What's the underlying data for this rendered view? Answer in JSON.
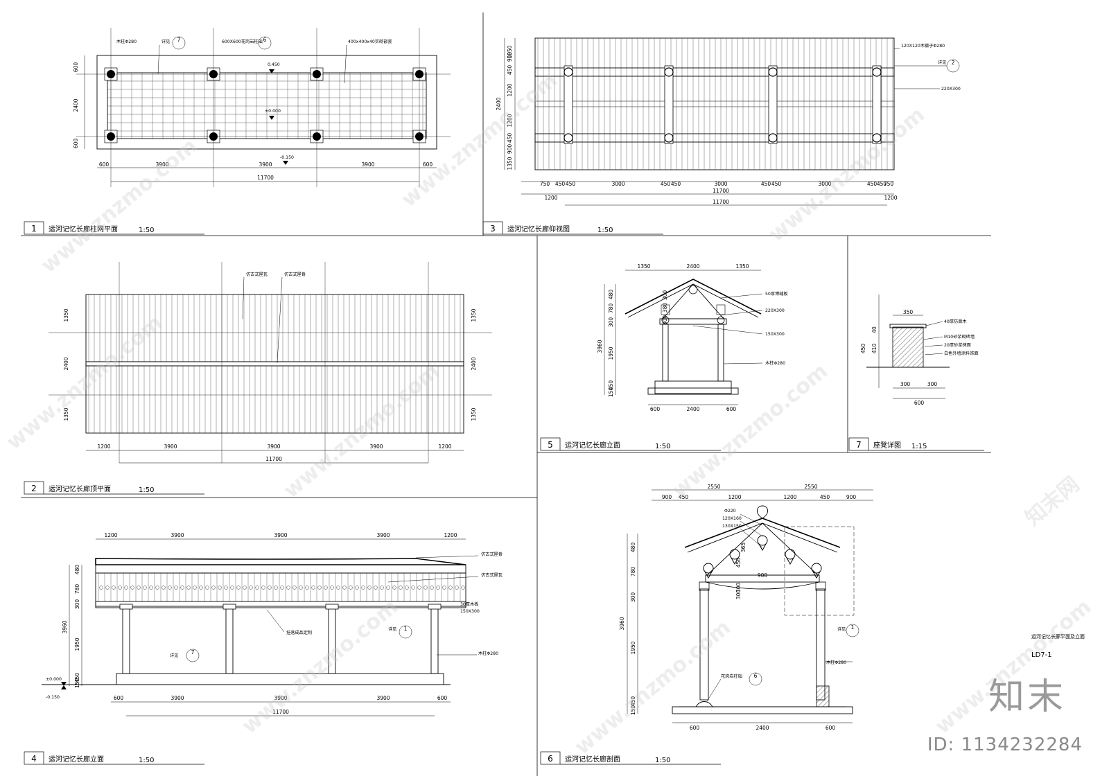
{
  "drawings": [
    {
      "num": "1",
      "title": "运河记忆长廊柱网平面",
      "scale": "1:50"
    },
    {
      "num": "2",
      "title": "运河记忆长廊顶平面",
      "scale": "1:50"
    },
    {
      "num": "3",
      "title": "运河记忆长廊仰视图",
      "scale": "1:50"
    },
    {
      "num": "4",
      "title": "运河记忆长廊立面",
      "scale": "1:50"
    },
    {
      "num": "5",
      "title": "运河记忆长廊立面",
      "scale": "1:50"
    },
    {
      "num": "6",
      "title": "运河记忆长廊剖面",
      "scale": "1:50"
    },
    {
      "num": "7",
      "title": "座凳详图",
      "scale": "1:15"
    }
  ],
  "sheet": {
    "title": "运河记忆长廊平面及立面",
    "code": "LD7-1"
  },
  "plan1": {
    "dims_top": [
      "600",
      "3900",
      "3900",
      "3900",
      "600"
    ],
    "total": "11700",
    "dims_side": [
      "600",
      "2400",
      "600"
    ],
    "notes": [
      "木柱Φ280",
      "详见",
      "600X600花岗岩柱础",
      "400x400x40实砌嵌瓷"
    ],
    "levels": [
      "0.450",
      "±0.000",
      "-0.150"
    ],
    "callouts": [
      "7",
      "6"
    ]
  },
  "plan3": {
    "dims_bottom": [
      "750",
      "450",
      "450",
      "3000",
      "450",
      "450",
      "3000",
      "450",
      "450",
      "3000",
      "450",
      "450",
      "750"
    ],
    "total": "11700",
    "dims_bottom2": [
      "1200",
      "1200"
    ],
    "dims_side": [
      "1350",
      "900",
      "450",
      "1200",
      "2400",
      "1200",
      "450",
      "900",
      "1350"
    ],
    "notes": [
      "120X120木檩子Φ280",
      "详见",
      "220X300"
    ],
    "callouts": [
      "2"
    ]
  },
  "plan2": {
    "dims_bottom": [
      "1200",
      "3900",
      "3900",
      "3900",
      "1200"
    ],
    "total": "11700",
    "dims_side": [
      "1350",
      "2400",
      "1350"
    ],
    "notes": [
      "仿古式屋瓦",
      "仿古式屋脊"
    ]
  },
  "elev4": {
    "dims_top": [
      "1200",
      "3900",
      "3900",
      "3900",
      "1200"
    ],
    "dims_bottom": [
      "600",
      "3900",
      "3900",
      "3900",
      "600"
    ],
    "total": "11700",
    "dims_side": [
      "480",
      "780",
      "300",
      "3960",
      "1950",
      "450",
      "150"
    ],
    "notes": [
      "仿古式屋脊",
      "仿古式屋瓦",
      "30厚木板",
      "150X300",
      "木柱Φ280",
      "挂落成品定制",
      "详见"
    ],
    "levels": [
      "±0.000",
      "-0.150"
    ],
    "callouts": [
      "7",
      "1"
    ]
  },
  "elev5": {
    "dims_top": [
      "1350",
      "2400",
      "1350"
    ],
    "dims_bottom": [
      "600",
      "2400",
      "600"
    ],
    "dims_side": [
      "480",
      "780",
      "300",
      "3960",
      "1950",
      "450",
      "150"
    ],
    "dims_inner": [
      "300",
      "380",
      "300"
    ],
    "notes": [
      "50厚博缝板",
      "220X300",
      "150X300",
      "木柱Φ280"
    ]
  },
  "sect6": {
    "dims_top": [
      "2550",
      "2550"
    ],
    "dims_top2": [
      "900",
      "450",
      "1200",
      "1200",
      "450",
      "900"
    ],
    "dims_bottom": [
      "600",
      "2400",
      "600"
    ],
    "dims_side": [
      "480",
      "780",
      "300",
      "3960",
      "1950",
      "450",
      "150"
    ],
    "dims_inner": [
      "900",
      "300",
      "450",
      "300",
      "365"
    ],
    "notes": [
      "Φ220",
      "120X160",
      "130X150",
      "详见",
      "木柱Φ280",
      "花岗岩柱础"
    ],
    "callouts": [
      "1",
      "6"
    ]
  },
  "detail7": {
    "dims_top": [
      "350"
    ],
    "dims_bottom": [
      "300",
      "300"
    ],
    "total": "600",
    "dims_side": [
      "40",
      "410",
      "450"
    ],
    "notes": [
      "40厚防腐木",
      "M10砂浆砌砖墙",
      "20厚砂浆抹面",
      "白色外墙涂料饰面"
    ]
  },
  "watermark": {
    "site": "www.znzmo.com",
    "brand_cn": "知末网",
    "logo": "知末",
    "id": "ID: 1134232284"
  }
}
